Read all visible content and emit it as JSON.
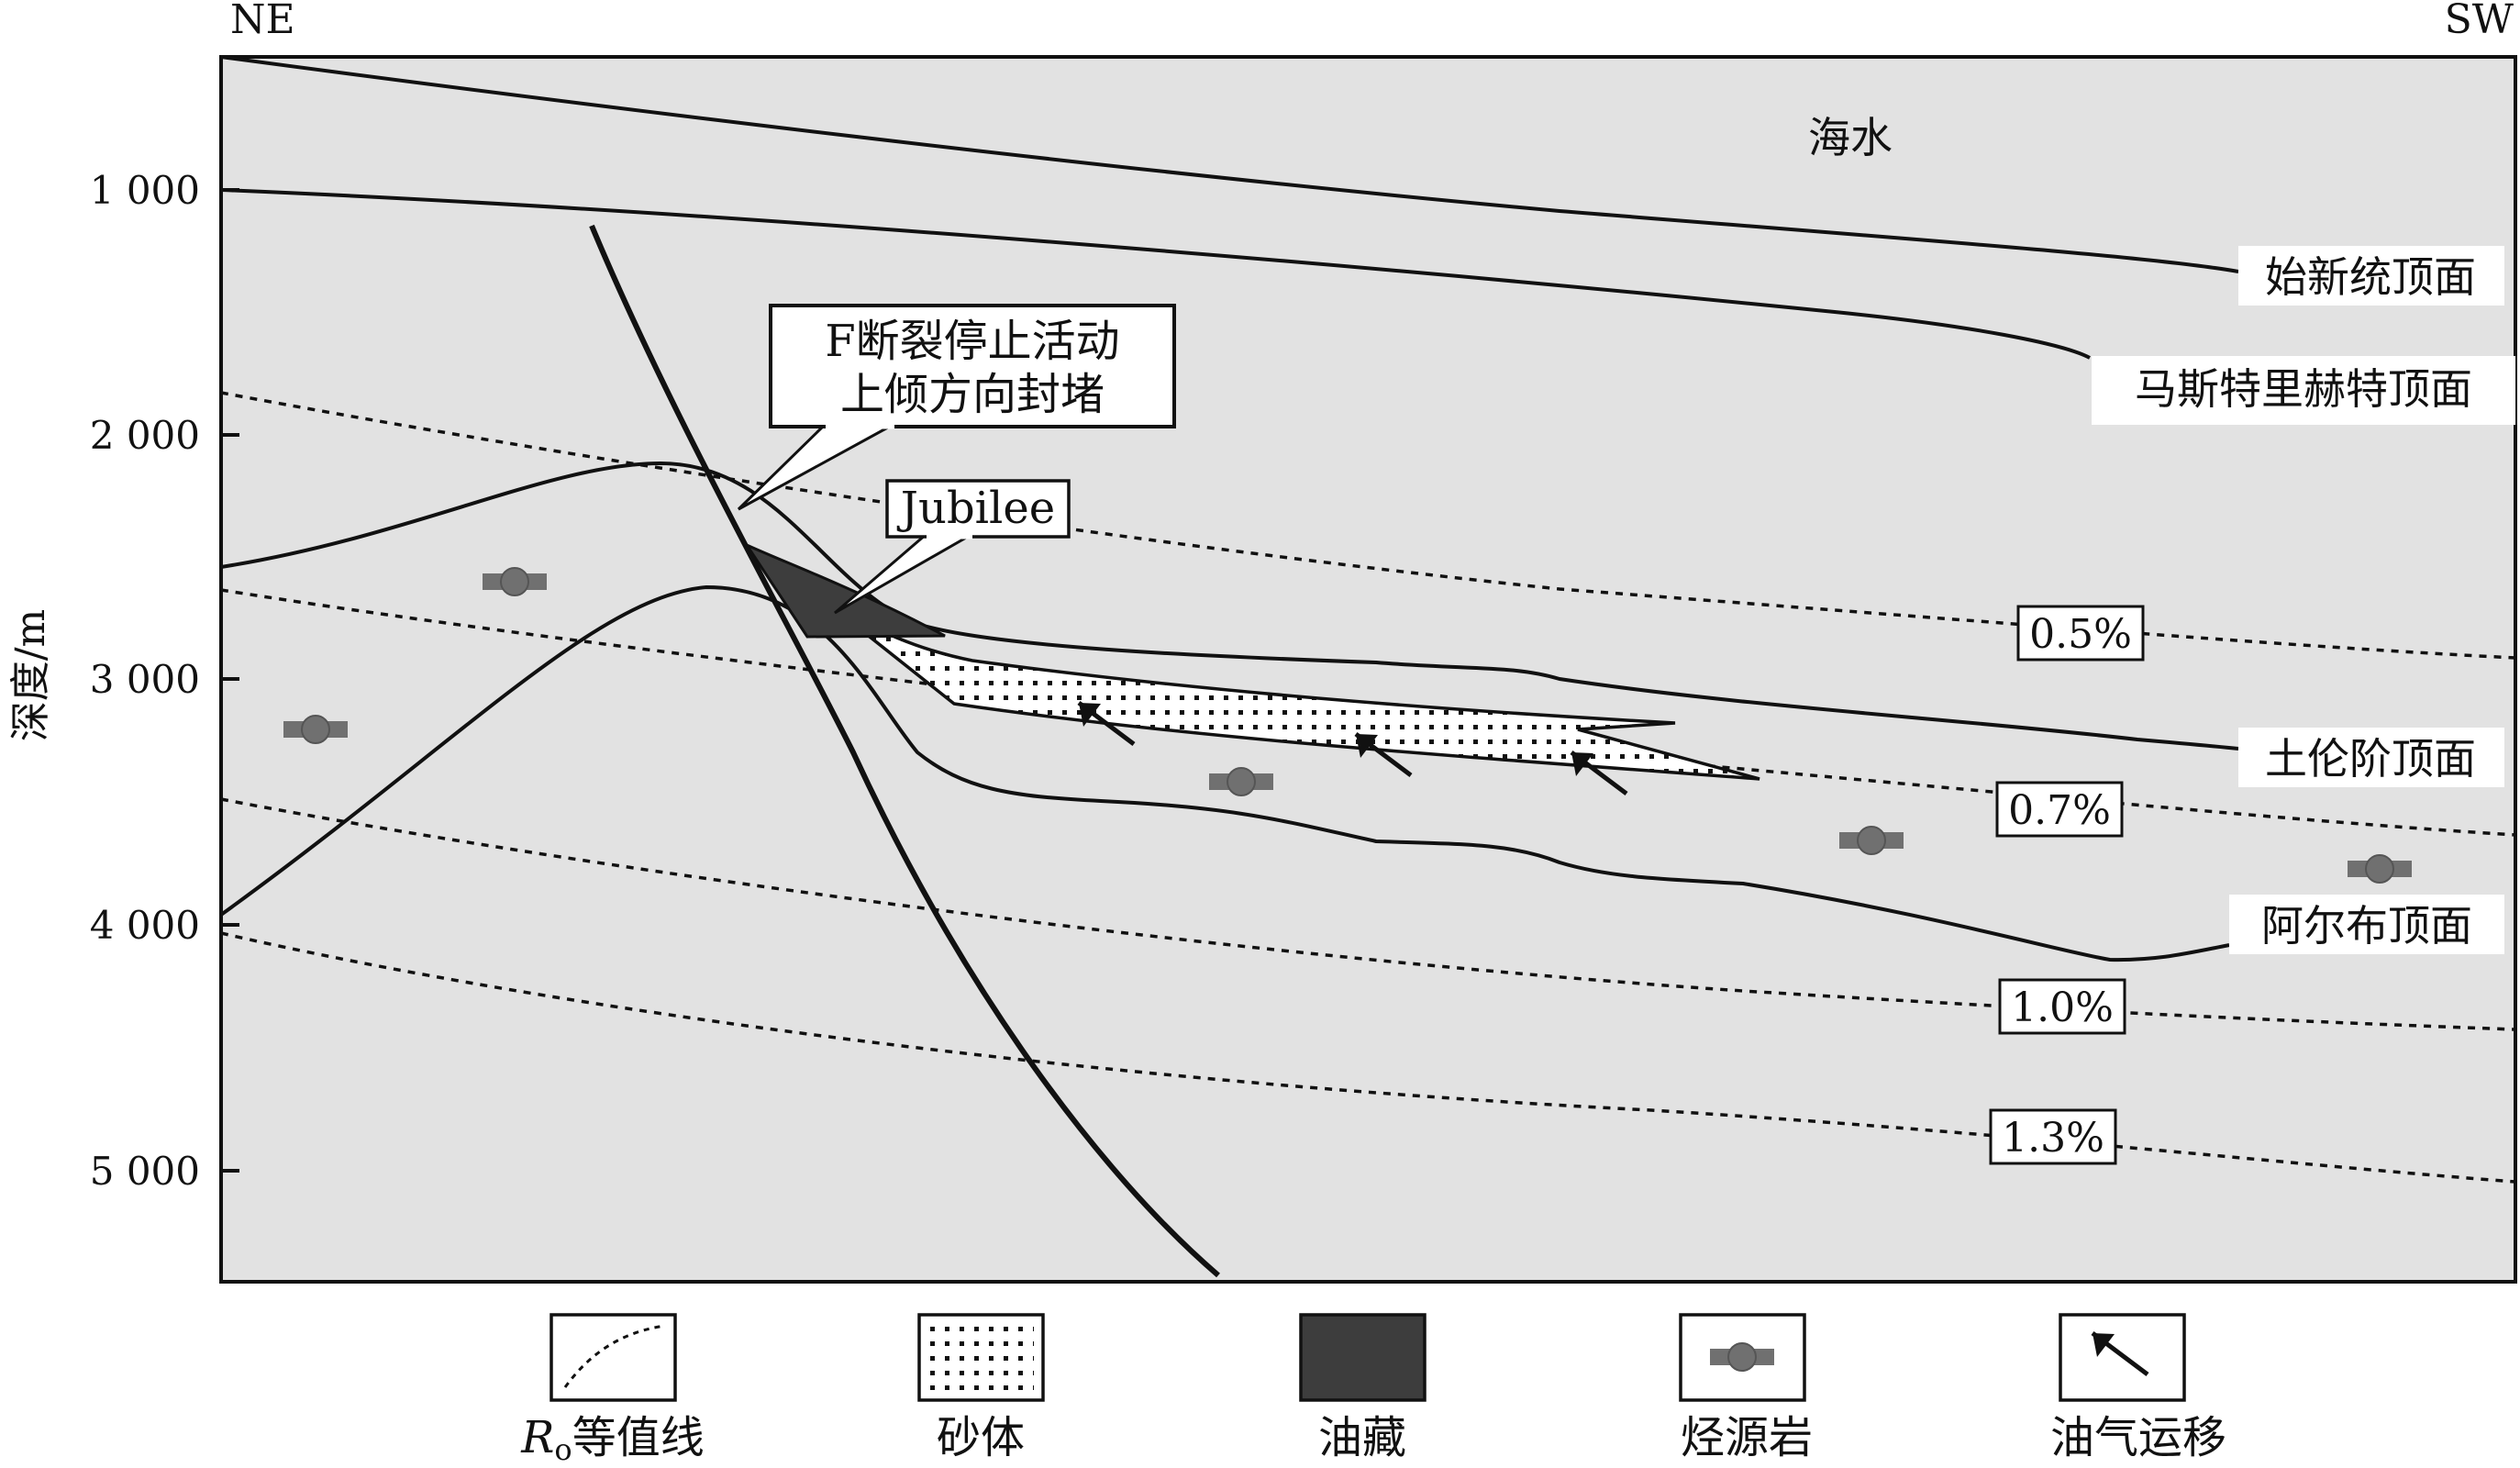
{
  "orientation": {
    "left": "NE",
    "right": "SW"
  },
  "y_axis": {
    "label": "深度/m",
    "ticks": [
      {
        "value": 1000,
        "label": "1 000"
      },
      {
        "value": 2000,
        "label": "2 000"
      },
      {
        "value": 3000,
        "label": "3 000"
      },
      {
        "value": 4000,
        "label": "4 000"
      },
      {
        "value": 5000,
        "label": "5 000"
      }
    ]
  },
  "region_labels": {
    "seawater": "海水"
  },
  "horizons": {
    "eocene_top": "始新统顶面",
    "maastrichtian_top": "马斯特里赫特顶面",
    "turonian_top": "土伦阶顶面",
    "albian_top": "阿尔布顶面"
  },
  "ro_contours": [
    "0.5%",
    "0.7%",
    "1.0%",
    "1.3%"
  ],
  "callouts": {
    "fault_line1": "F断裂停止活动",
    "fault_line2": "上倾方向封堵",
    "field": "Jubilee"
  },
  "legend": {
    "ro_prefix": "R",
    "ro_subscript": "o",
    "ro_suffix": "等值线",
    "sand": "砂体",
    "reservoir": "油藏",
    "source_rock": "烃源岩",
    "migration": "油气运移"
  },
  "colors": {
    "background_fill": "#e2e2e2",
    "reservoir_fill": "#3d3d3d",
    "source_rock_fill": "#707070",
    "line": "#111111"
  }
}
